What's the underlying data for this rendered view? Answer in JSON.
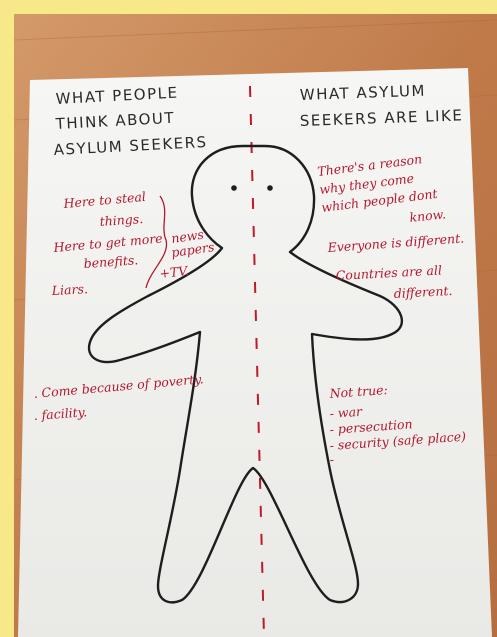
{
  "poster": {
    "left_heading": [
      "WHAT PEOPLE",
      "THINK ABOUT",
      "ASYLUM SEEKERS"
    ],
    "right_heading": [
      "WHAT ASYLUM",
      "SEEKERS ARE LIKE"
    ],
    "left_notes": {
      "steal": [
        "Here to steal",
        "things."
      ],
      "benefits": [
        "Here to get more",
        "benefits."
      ],
      "newspapers": [
        "news",
        "papers",
        "+TV."
      ],
      "liars": "Liars.",
      "poverty": ". Come because of poverty.",
      "facility": ". facility."
    },
    "right_notes": {
      "reason": [
        "There's a reason",
        "why they come",
        "which people dont",
        "know."
      ],
      "different": "Everyone is different.",
      "countries": [
        "Countries are all",
        "different."
      ],
      "not_true": "Not true:",
      "reasons_list": [
        "- war",
        "- persecution",
        "- security (safe place)",
        "-"
      ]
    }
  },
  "colors": {
    "background_frame": "#f7e98a",
    "table_wood": "#c98a5a",
    "paper": "#f4f4f2",
    "ink_black": "#2a2a2a",
    "ink_red": "#b5182e"
  }
}
